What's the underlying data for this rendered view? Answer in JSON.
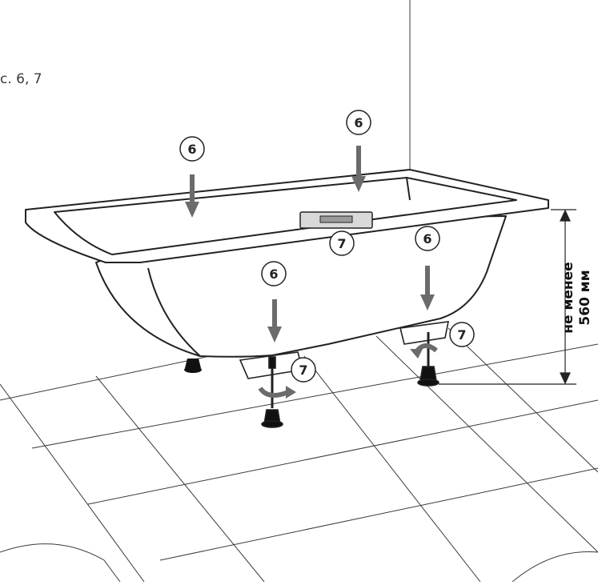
{
  "figure_ref": "с. 6, 7",
  "dimension_label": {
    "line1": "не менее",
    "line2": "560 мм"
  },
  "callouts": {
    "six_left": "6",
    "six_top": "6",
    "six_mid": "6",
    "six_right": "6",
    "seven_panel": "7",
    "seven_front_foot": "7",
    "seven_back_foot": "7"
  },
  "colors": {
    "line": "#222222",
    "arrow": "#6b6b6b",
    "panel": "#d9d9d9",
    "grid": "#3a3a3a"
  }
}
